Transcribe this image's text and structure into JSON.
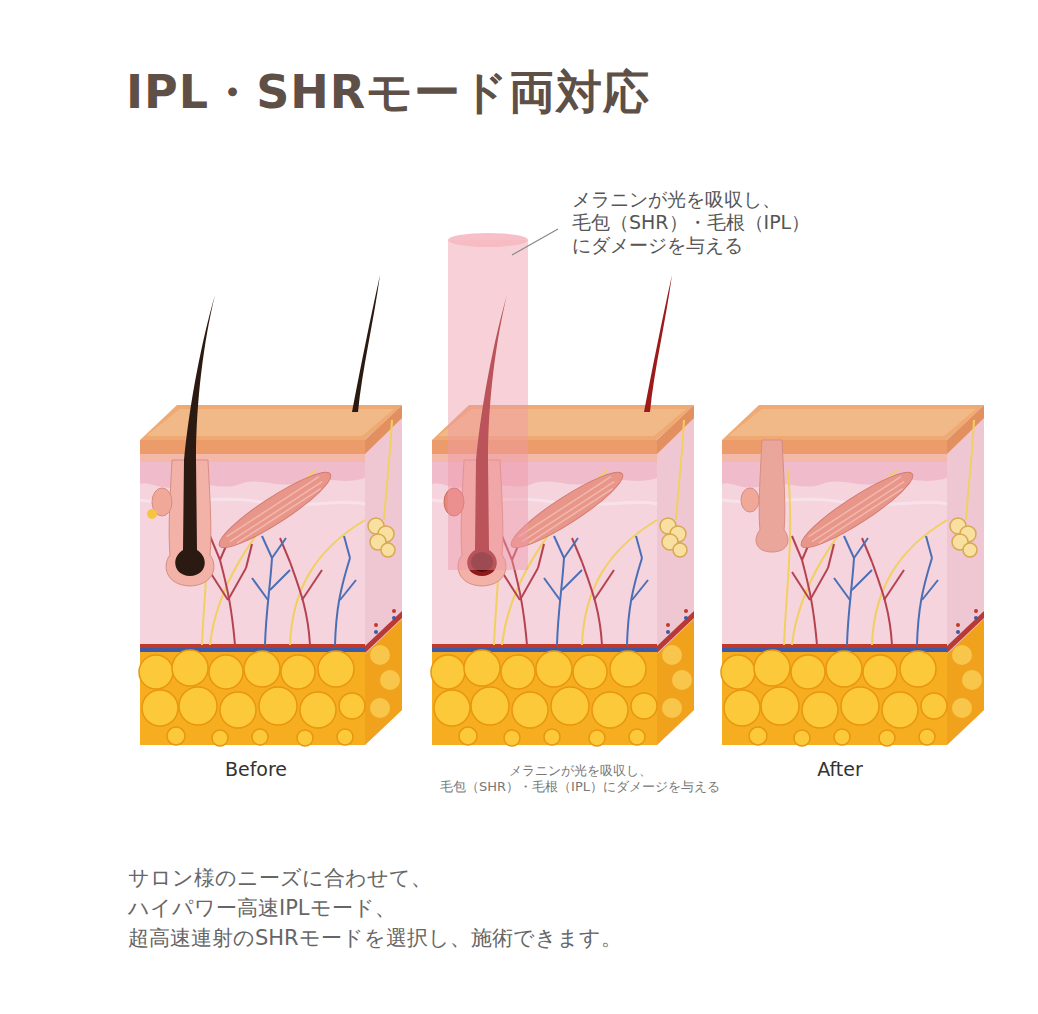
{
  "diagram": {
    "title": "IPL・SHRモード両対応",
    "labels": [
      "メラニンが光を吸収し、 毛包（SHR）・毛根（IPL） にダメージを与える",
      "Before",
      "メラニンが光を吸収し、 毛包（SHR）・毛根（IPL）にダメージを与える",
      "After",
      "サロン様のニーズに合わせて、 ハイパワー高速IPLモード、 超高速連射のSHRモードを選択し、施術できます。"
    ]
  }
}
